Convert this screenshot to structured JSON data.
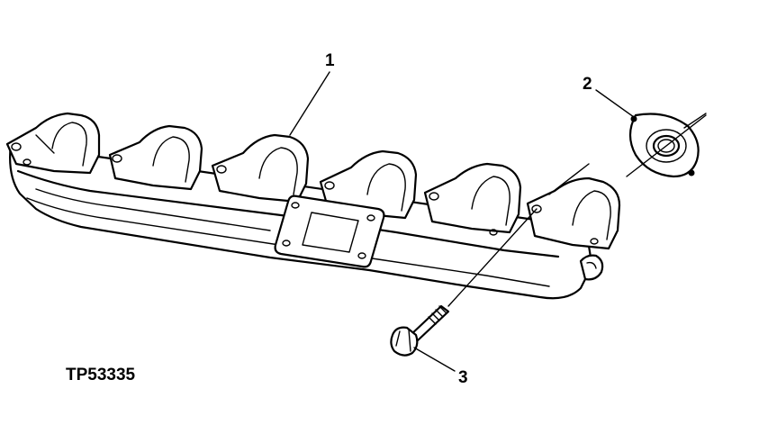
{
  "figure": {
    "id_label": "TP53335",
    "callouts": [
      {
        "number": "1",
        "part": "exhaust-manifold"
      },
      {
        "number": "2",
        "part": "gasket"
      },
      {
        "number": "3",
        "part": "cap-screw"
      }
    ]
  }
}
